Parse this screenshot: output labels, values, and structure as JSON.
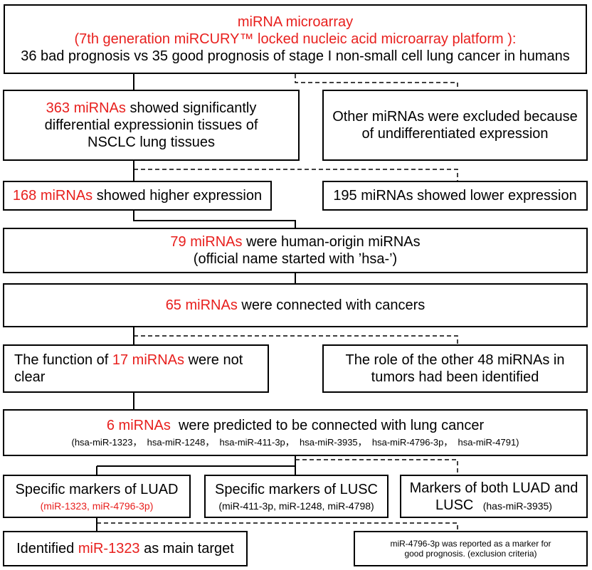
{
  "colors": {
    "highlight": "#e8201e",
    "text": "#000000",
    "stroke": "#000000"
  },
  "box1": {
    "line1": "miRNA microarray",
    "line2": "(7th generation miRCURY™ locked nucleic acid microarray platform ):",
    "line3": "36 bad prognosis vs 35 good prognosis of stage I non-small cell lung cancer in humans"
  },
  "box2L": {
    "highlight": "363 miRNAs",
    "text1": " showed significantly",
    "text2": "differential expressionin tissues of",
    "text3": "NSCLC lung tissues"
  },
  "box2R": {
    "line1": "Other miRNAs were excluded because",
    "line2": "of  undifferentiated expression"
  },
  "box3L": {
    "highlight": "168 miRNAs",
    "text": " showed higher expression"
  },
  "box3R": {
    "text": "195 miRNAs showed lower expression"
  },
  "box4": {
    "highlight": "79 miRNAs",
    "text1": " were human-origin miRNAs",
    "text2": "(official name started with ’hsa-’)"
  },
  "box5": {
    "highlight": "65 miRNAs",
    "text": " were connected with cancers"
  },
  "box6L": {
    "pre": "The function of ",
    "highlight": "17 miRNAs",
    "post": " were not",
    "line2": "clear"
  },
  "box6R": {
    "line1": "The role of the other 48 miRNAs in",
    "line2": "tumors had been identified"
  },
  "box7": {
    "highlight": "6 miRNAs",
    "text": "  were predicted to be connected with lung cancer",
    "list": "(hsa-miR-1323，  hsa-miR-1248，  hsa-miR-411-3p，  hsa-miR-3935，  hsa-miR-4796-3p，  hsa-miR-4791)"
  },
  "box8A": {
    "line1": "Specific markers of LUAD",
    "line2": "(miR-1323, miR-4796-3p)"
  },
  "box8B": {
    "line1": "Specific markers of LUSC",
    "line2": "(miR-411-3p, miR-1248, miR-4798)"
  },
  "box8C": {
    "line1": "Markers of both LUAD and",
    "line2a": "LUSC",
    "line2b": "(has-miR-3935)"
  },
  "box9L": {
    "pre": "Identified ",
    "highlight": "miR-1323",
    "post": " as main target"
  },
  "box9R": {
    "line1": "miR-4796-3p was reported as a marker for",
    "line2": "good prognosis. (exclusion criteria)"
  }
}
